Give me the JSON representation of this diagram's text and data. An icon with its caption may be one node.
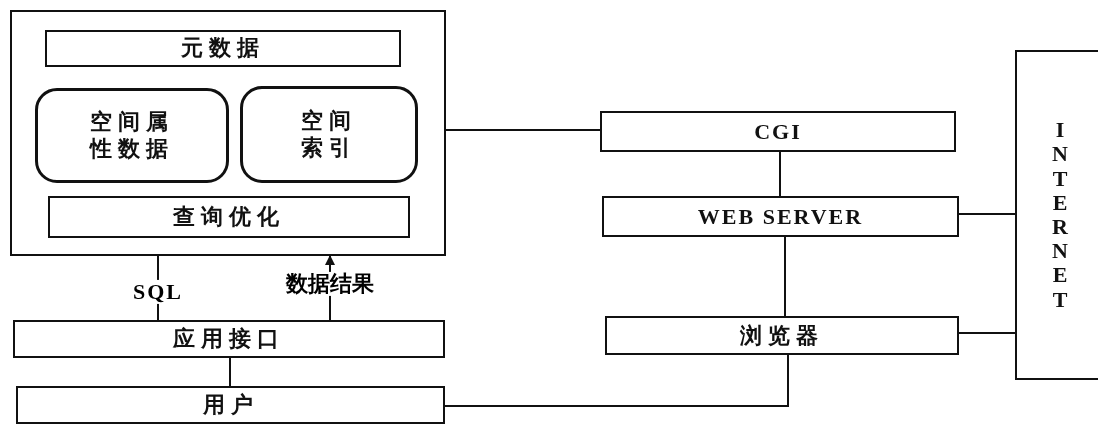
{
  "diagram": {
    "nodes": [
      {
        "text": [],
        "shape": "box"
      },
      {
        "text": [
          "元数据"
        ],
        "in": 0
      },
      {
        "text": [
          "空间属性数据"
        ],
        "in": 0
      },
      {
        "text": [
          "空间索引"
        ],
        "in": 0
      },
      {
        "text": [
          "查询优化"
        ],
        "in": 0
      },
      {
        "text": [
          "应用接口"
        ]
      },
      {
        "text": [
          "用户"
        ]
      },
      {
        "text": [
          "CGI"
        ]
      },
      {
        "text": [
          "WEB SERVER"
        ]
      },
      {
        "text": [
          "浏览器"
        ]
      },
      {
        "text": [
          "INTERNET"
        ]
      }
    ],
    "edges": [
      {
        "from": 5,
        "to": 0,
        "arrow": "none",
        "label": "SQL"
      },
      {
        "from": 5,
        "to": 0,
        "arrow": "to",
        "label": "数据结果"
      },
      {
        "from": 5,
        "to": 6,
        "arrow": "none"
      },
      {
        "from": 0,
        "to": 7,
        "arrow": "none"
      },
      {
        "from": 7,
        "to": 8,
        "arrow": "none"
      },
      {
        "from": 8,
        "to": 9,
        "arrow": "none"
      },
      {
        "from": 6,
        "to": 9,
        "arrow": "none"
      },
      {
        "from": 8,
        "to": 10,
        "arrow": "none"
      },
      {
        "from": 9,
        "to": 10,
        "arrow": "none"
      }
    ]
  }
}
